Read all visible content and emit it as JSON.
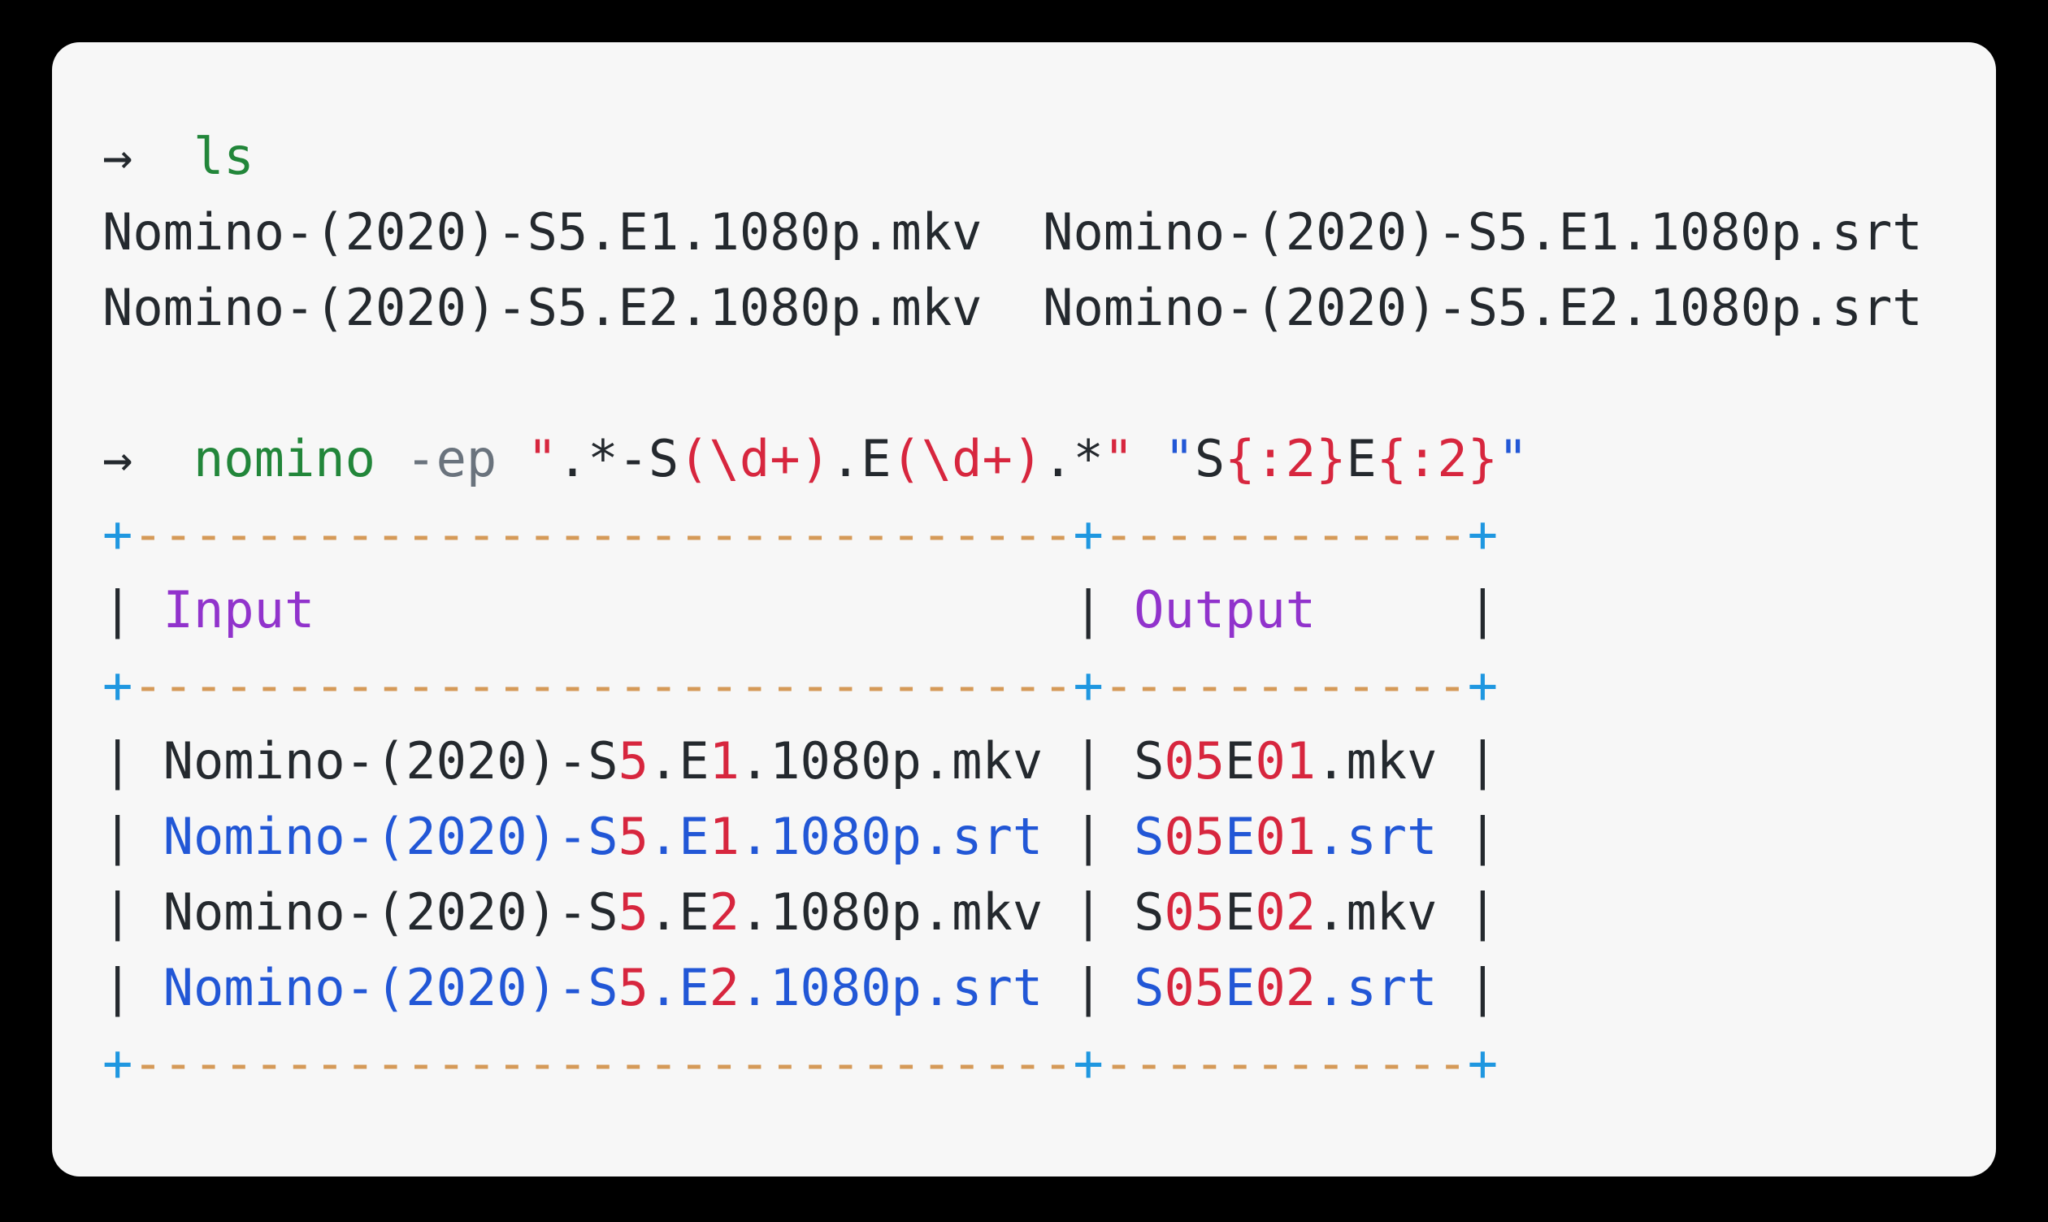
{
  "palette": {
    "background": "#000000",
    "card": "#f7f7f7",
    "text": "#24292e",
    "green": "#22863a",
    "gray": "#6a737d",
    "red": "#d7263e",
    "blue": "#2257d6",
    "purple": "#9133cc",
    "orange": "#d59a58",
    "cyan": "#1f97e0"
  },
  "terminal": {
    "lines": [
      {
        "name": "prompt-line-ls",
        "segments": [
          {
            "name": "prompt-arrow",
            "text": "→  ",
            "color": "text"
          },
          {
            "name": "ls-command",
            "text": "ls",
            "color": "green"
          }
        ]
      },
      {
        "name": "ls-output-line-1",
        "segments": [
          {
            "name": "file-list",
            "text": "Nomino-(2020)-S5.E1.1080p.mkv  Nomino-(2020)-S5.E1.1080p.srt",
            "color": "text"
          }
        ]
      },
      {
        "name": "ls-output-line-2",
        "segments": [
          {
            "name": "file-list",
            "text": "Nomino-(2020)-S5.E2.1080p.mkv  Nomino-(2020)-S5.E2.1080p.srt",
            "color": "text"
          }
        ]
      },
      {
        "name": "blank-line",
        "segments": []
      },
      {
        "name": "prompt-line-nomino",
        "segments": [
          {
            "name": "prompt-arrow",
            "text": "→  ",
            "color": "text"
          },
          {
            "name": "nomino-command",
            "text": "nomino",
            "color": "green"
          },
          {
            "name": "space",
            "text": " ",
            "color": "text"
          },
          {
            "name": "flag-ep",
            "text": "-ep",
            "color": "gray"
          },
          {
            "name": "space",
            "text": " ",
            "color": "text"
          },
          {
            "name": "quote",
            "text": "\"",
            "color": "red"
          },
          {
            "name": "regex-literal",
            "text": ".*-S",
            "color": "text"
          },
          {
            "name": "regex-capture-group",
            "text": "(\\d+)",
            "color": "red"
          },
          {
            "name": "regex-literal",
            "text": ".E",
            "color": "text"
          },
          {
            "name": "regex-capture-group",
            "text": "(\\d+)",
            "color": "red"
          },
          {
            "name": "regex-literal",
            "text": ".*",
            "color": "text"
          },
          {
            "name": "quote",
            "text": "\"",
            "color": "red"
          },
          {
            "name": "space",
            "text": " ",
            "color": "text"
          },
          {
            "name": "quote",
            "text": "\"",
            "color": "blue"
          },
          {
            "name": "output-literal",
            "text": "S",
            "color": "text"
          },
          {
            "name": "placeholder",
            "text": "{:2}",
            "color": "red"
          },
          {
            "name": "output-literal",
            "text": "E",
            "color": "text"
          },
          {
            "name": "placeholder",
            "text": "{:2}",
            "color": "red"
          },
          {
            "name": "quote",
            "text": "\"",
            "color": "blue"
          }
        ]
      },
      {
        "name": "table-border-top",
        "segments": [
          {
            "name": "corner",
            "text": "+",
            "color": "cyan"
          },
          {
            "name": "dashes",
            "text": "-------------------------------",
            "color": "orange"
          },
          {
            "name": "corner",
            "text": "+",
            "color": "cyan"
          },
          {
            "name": "dashes",
            "text": "------------",
            "color": "orange"
          },
          {
            "name": "corner",
            "text": "+",
            "color": "cyan"
          }
        ]
      },
      {
        "name": "table-header",
        "segments": [
          {
            "name": "pipe",
            "text": "| ",
            "color": "text"
          },
          {
            "name": "column-header-input",
            "text": "Input",
            "color": "purple"
          },
          {
            "name": "pipe",
            "text": "                         | ",
            "color": "text"
          },
          {
            "name": "column-header-output",
            "text": "Output",
            "color": "purple"
          },
          {
            "name": "pipe",
            "text": "     |",
            "color": "text"
          }
        ]
      },
      {
        "name": "table-border-header",
        "segments": [
          {
            "name": "corner",
            "text": "+",
            "color": "cyan"
          },
          {
            "name": "dashes",
            "text": "-------------------------------",
            "color": "orange"
          },
          {
            "name": "corner",
            "text": "+",
            "color": "cyan"
          },
          {
            "name": "dashes",
            "text": "------------",
            "color": "orange"
          },
          {
            "name": "corner",
            "text": "+",
            "color": "cyan"
          }
        ]
      },
      {
        "name": "table-row-1",
        "segments": [
          {
            "name": "pipe",
            "text": "| ",
            "color": "text"
          },
          {
            "name": "input-filename",
            "text": "Nomino-(2020)-S",
            "color": "text"
          },
          {
            "name": "match-season",
            "text": "5",
            "color": "red"
          },
          {
            "name": "input-filename",
            "text": ".E",
            "color": "text"
          },
          {
            "name": "match-episode",
            "text": "1",
            "color": "red"
          },
          {
            "name": "input-filename",
            "text": ".1080p.mkv",
            "color": "text"
          },
          {
            "name": "pipe",
            "text": " | ",
            "color": "text"
          },
          {
            "name": "output-filename",
            "text": "S",
            "color": "text"
          },
          {
            "name": "match-season",
            "text": "05",
            "color": "red"
          },
          {
            "name": "output-filename",
            "text": "E",
            "color": "text"
          },
          {
            "name": "match-episode",
            "text": "01",
            "color": "red"
          },
          {
            "name": "output-filename",
            "text": ".mkv",
            "color": "text"
          },
          {
            "name": "pipe",
            "text": " |",
            "color": "text"
          }
        ]
      },
      {
        "name": "table-row-2",
        "segments": [
          {
            "name": "pipe",
            "text": "| ",
            "color": "text"
          },
          {
            "name": "input-filename",
            "text": "Nomino-(2020)-S",
            "color": "blue"
          },
          {
            "name": "match-season",
            "text": "5",
            "color": "red"
          },
          {
            "name": "input-filename",
            "text": ".E",
            "color": "blue"
          },
          {
            "name": "match-episode",
            "text": "1",
            "color": "red"
          },
          {
            "name": "input-filename",
            "text": ".1080p.srt",
            "color": "blue"
          },
          {
            "name": "pipe",
            "text": " | ",
            "color": "text"
          },
          {
            "name": "output-filename",
            "text": "S",
            "color": "blue"
          },
          {
            "name": "match-season",
            "text": "05",
            "color": "red"
          },
          {
            "name": "output-filename",
            "text": "E",
            "color": "blue"
          },
          {
            "name": "match-episode",
            "text": "01",
            "color": "red"
          },
          {
            "name": "output-filename",
            "text": ".srt",
            "color": "blue"
          },
          {
            "name": "pipe",
            "text": " |",
            "color": "text"
          }
        ]
      },
      {
        "name": "table-row-3",
        "segments": [
          {
            "name": "pipe",
            "text": "| ",
            "color": "text"
          },
          {
            "name": "input-filename",
            "text": "Nomino-(2020)-S",
            "color": "text"
          },
          {
            "name": "match-season",
            "text": "5",
            "color": "red"
          },
          {
            "name": "input-filename",
            "text": ".E",
            "color": "text"
          },
          {
            "name": "match-episode",
            "text": "2",
            "color": "red"
          },
          {
            "name": "input-filename",
            "text": ".1080p.mkv",
            "color": "text"
          },
          {
            "name": "pipe",
            "text": " | ",
            "color": "text"
          },
          {
            "name": "output-filename",
            "text": "S",
            "color": "text"
          },
          {
            "name": "match-season",
            "text": "05",
            "color": "red"
          },
          {
            "name": "output-filename",
            "text": "E",
            "color": "text"
          },
          {
            "name": "match-episode",
            "text": "02",
            "color": "red"
          },
          {
            "name": "output-filename",
            "text": ".mkv",
            "color": "text"
          },
          {
            "name": "pipe",
            "text": " |",
            "color": "text"
          }
        ]
      },
      {
        "name": "table-row-4",
        "segments": [
          {
            "name": "pipe",
            "text": "| ",
            "color": "text"
          },
          {
            "name": "input-filename",
            "text": "Nomino-(2020)-S",
            "color": "blue"
          },
          {
            "name": "match-season",
            "text": "5",
            "color": "red"
          },
          {
            "name": "input-filename",
            "text": ".E",
            "color": "blue"
          },
          {
            "name": "match-episode",
            "text": "2",
            "color": "red"
          },
          {
            "name": "input-filename",
            "text": ".1080p.srt",
            "color": "blue"
          },
          {
            "name": "pipe",
            "text": " | ",
            "color": "text"
          },
          {
            "name": "output-filename",
            "text": "S",
            "color": "blue"
          },
          {
            "name": "match-season",
            "text": "05",
            "color": "red"
          },
          {
            "name": "output-filename",
            "text": "E",
            "color": "blue"
          },
          {
            "name": "match-episode",
            "text": "02",
            "color": "red"
          },
          {
            "name": "output-filename",
            "text": ".srt",
            "color": "blue"
          },
          {
            "name": "pipe",
            "text": " |",
            "color": "text"
          }
        ]
      },
      {
        "name": "table-border-bottom",
        "segments": [
          {
            "name": "corner",
            "text": "+",
            "color": "cyan"
          },
          {
            "name": "dashes",
            "text": "-------------------------------",
            "color": "orange"
          },
          {
            "name": "corner",
            "text": "+",
            "color": "cyan"
          },
          {
            "name": "dashes",
            "text": "------------",
            "color": "orange"
          },
          {
            "name": "corner",
            "text": "+",
            "color": "cyan"
          }
        ]
      }
    ]
  }
}
